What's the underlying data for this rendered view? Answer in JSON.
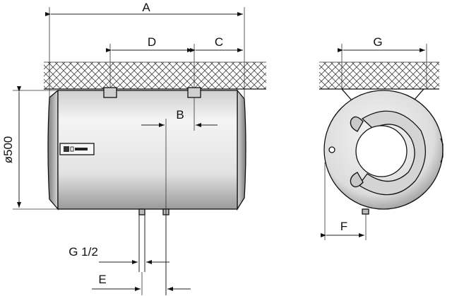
{
  "labels": {
    "A": "A",
    "B": "B",
    "C": "C",
    "D": "D",
    "E": "E",
    "F": "F",
    "G": "G",
    "G12": "G 1/2",
    "dia": "ø500"
  },
  "colors": {
    "line": "#111111",
    "body_fill": "#e6e6e6",
    "body_shade": "#b0b0b0",
    "hatch": "#444444"
  }
}
